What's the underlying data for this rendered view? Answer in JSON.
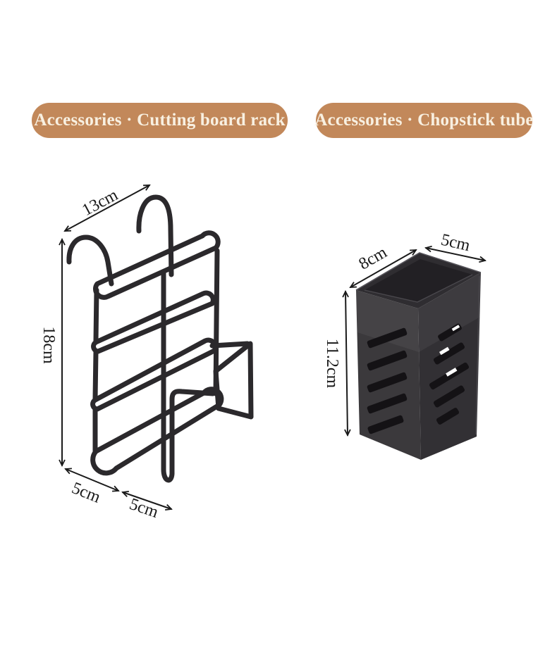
{
  "badges": {
    "left": {
      "label": "Accessories · Cutting board rack"
    },
    "right": {
      "label": "Accessories · Chopstick tube"
    }
  },
  "rack": {
    "name": "Cutting board rack",
    "dims": {
      "top_width": "13cm",
      "height": "18cm",
      "depth_a": "5cm",
      "depth_b": "5cm"
    }
  },
  "tube": {
    "name": "Chopstick tube",
    "dims": {
      "depth": "8cm",
      "width": "5cm",
      "height": "11.2cm"
    }
  },
  "colors": {
    "badge_bg": "#c2885a",
    "badge_text": "#f8f0e1",
    "wire": "#2b292c",
    "dim_line": "#1a1a1a",
    "tube_top": "#2f2d31",
    "tube_cavity": "#222024",
    "tube_front": "#3b393c",
    "tube_side": "#323034",
    "slot": "#141215"
  }
}
